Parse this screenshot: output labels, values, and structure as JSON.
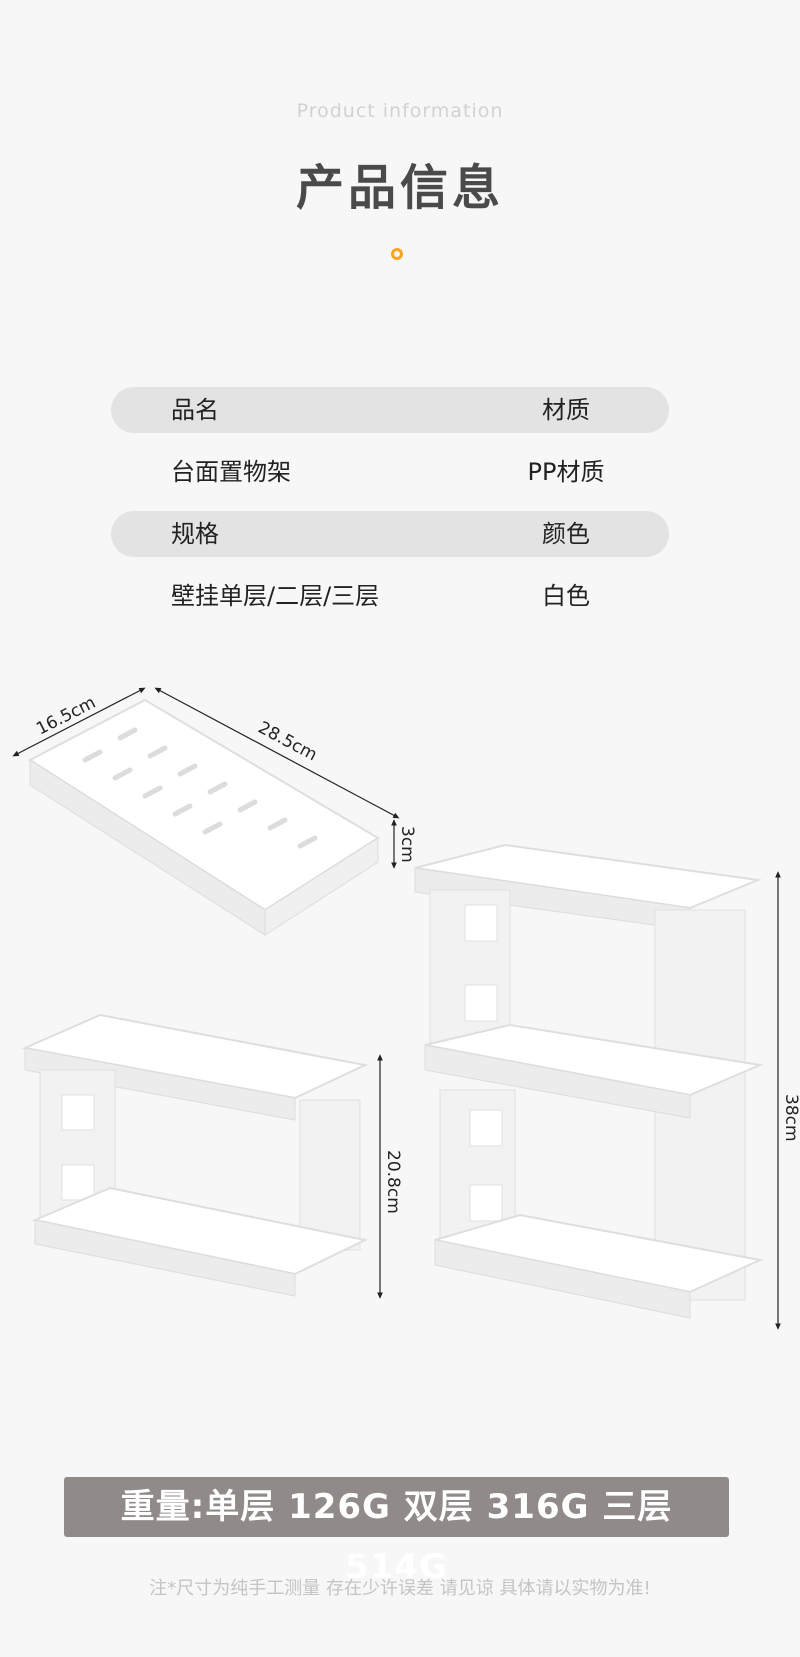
{
  "header": {
    "subtitle_en": "Product information",
    "title": "产品信息"
  },
  "specs": [
    {
      "label": "品名",
      "value_label": "材质",
      "is_header": true
    },
    {
      "label": "台面置物架",
      "value_label": "PP材质",
      "is_header": false
    },
    {
      "label": "规格",
      "value_label": "颜色",
      "is_header": true
    },
    {
      "label": "壁挂单层/二层/三层",
      "value_label": "白色",
      "is_header": false
    }
  ],
  "dimensions": {
    "width": "16.5cm",
    "length": "28.5cm",
    "tray_height": "3cm",
    "double_height": "20.8cm",
    "triple_height": "38cm"
  },
  "weight_banner": "重量:单层 126G 双层 316G 三层 514G",
  "note": "注*尺寸为纯手工测量 存在少许误差 请见谅 具体请以实物为准!",
  "colors": {
    "accent": "#f5a623",
    "banner_bg": "#908a89",
    "row_bg": "#e3e3e3",
    "page_bg": "#f7f7f7"
  }
}
